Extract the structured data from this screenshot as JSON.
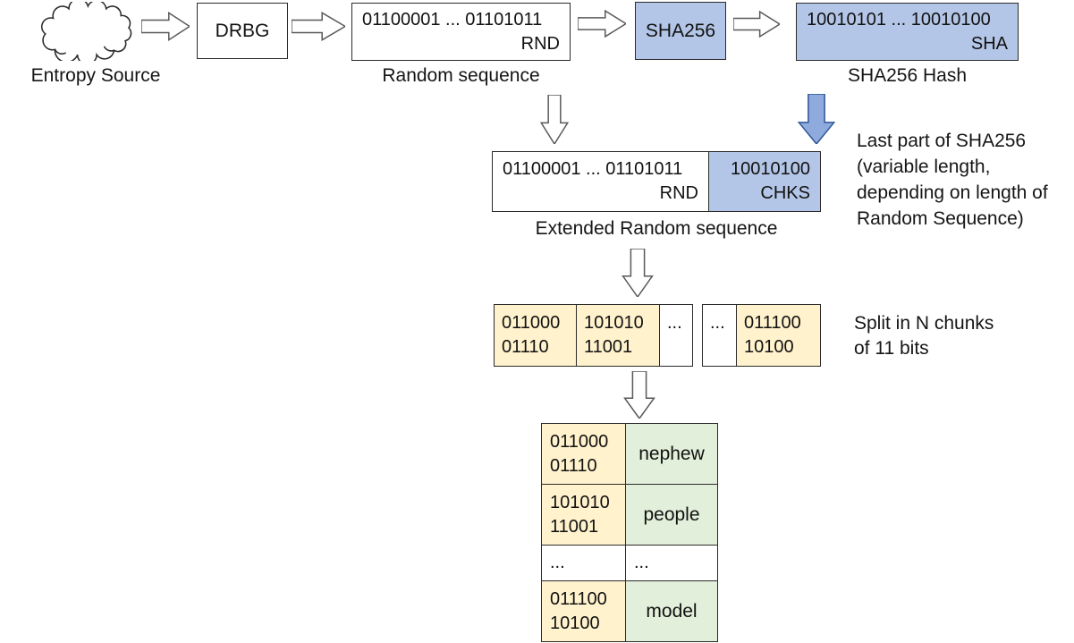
{
  "colors": {
    "blue_fill": "#b4c6e7",
    "gold_fill": "#fff2cc",
    "green_fill": "#e2efda",
    "blue_arrow_fill": "#8faadc",
    "blue_arrow_stroke": "#2f5597",
    "outline_arrow_stroke": "#595959",
    "box_border": "#2b2b2b"
  },
  "top_row": {
    "entropy_label": "Entropy Source",
    "drbg_label": "DRBG",
    "random_box": {
      "line1": "01100001 ... 01101011",
      "line2": "RND"
    },
    "random_caption": "Random sequence",
    "sha256_label": "SHA256",
    "sha_box": {
      "line1": "10010101 ... 10010100",
      "line2": "SHA"
    },
    "sha_caption": "SHA256 Hash"
  },
  "extended_row": {
    "rnd_cell": {
      "line1": "01100001 ... 01101011",
      "line2": "RND"
    },
    "chks_cell": {
      "line1": "10010100",
      "line2": "CHKS"
    },
    "caption": "Extended Random sequence",
    "note_lines": [
      "Last part of SHA256",
      "(variable length,",
      "depending on length of",
      "Random Sequence)"
    ]
  },
  "chunks_row": {
    "cells": [
      {
        "line1": "011000",
        "line2": "01110"
      },
      {
        "line1": "101010",
        "line2": "11001"
      },
      {
        "line1": "...",
        "line2": ""
      },
      {
        "line1": "...",
        "line2": ""
      },
      {
        "line1": "011100",
        "line2": "10100"
      }
    ],
    "note_lines": [
      "Split in N chunks",
      "of 11 bits"
    ]
  },
  "mapping_table": {
    "rows": [
      {
        "bits1": "011000",
        "bits2": "01110",
        "word": "nephew"
      },
      {
        "bits1": "101010",
        "bits2": "11001",
        "word": "people"
      },
      {
        "bits1": "...",
        "bits2": "",
        "word": "..."
      },
      {
        "bits1": "011100",
        "bits2": "10100",
        "word": "model"
      }
    ]
  }
}
